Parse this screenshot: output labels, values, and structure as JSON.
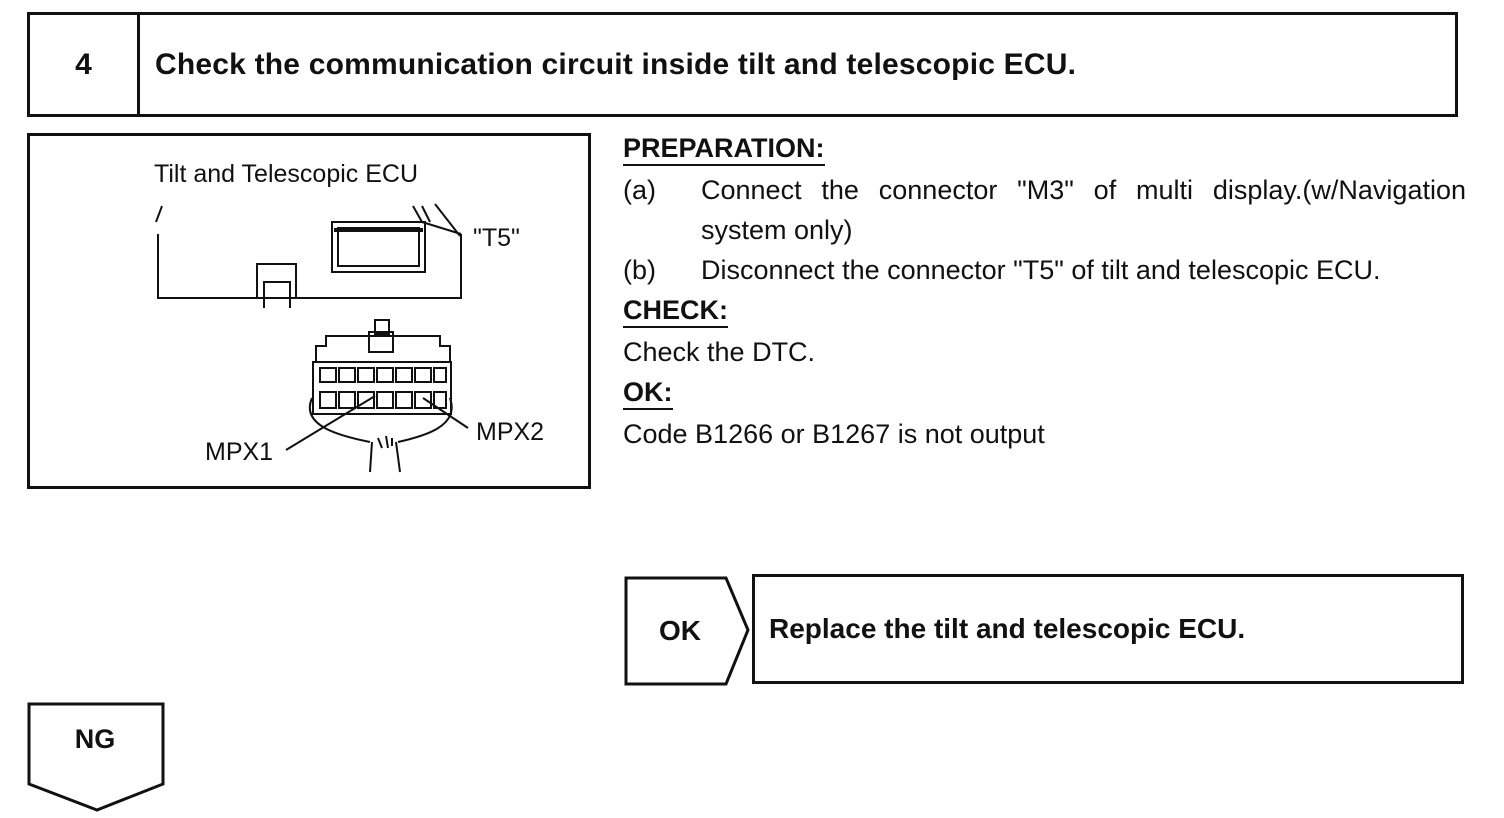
{
  "step": {
    "number": "4",
    "title": "Check the communication circuit inside tilt and telescopic ECU."
  },
  "illustration": {
    "ecu_label": "Tilt and Telescopic ECU",
    "connector_label": "\"T5\"",
    "pin_left_label": "MPX1",
    "pin_right_label": "MPX2"
  },
  "preparation": {
    "heading": "PREPARATION:",
    "items": [
      {
        "letter": "(a)",
        "text": "Connect the connector \"M3\" of multi display.(w/Navigation system only)"
      },
      {
        "letter": "(b)",
        "text": "Disconnect the connector \"T5\" of tilt and telescopic ECU."
      }
    ]
  },
  "check": {
    "heading": "CHECK:",
    "text": "Check the DTC."
  },
  "ok_criteria": {
    "heading": "OK:",
    "text": "Code B1266 or B1267 is not output"
  },
  "ok_result": {
    "tag": "OK",
    "action": "Replace the tilt and telescopic ECU."
  },
  "ng_result": {
    "tag": "NG"
  }
}
